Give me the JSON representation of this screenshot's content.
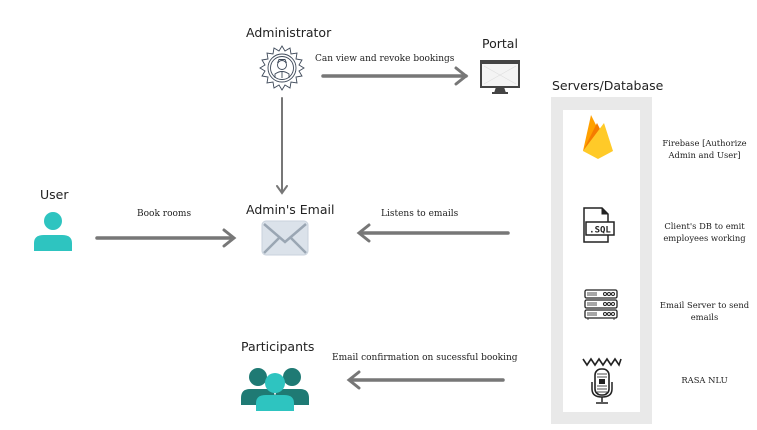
{
  "nodes": {
    "administrator": {
      "label": "Administrator",
      "icon": "admin-gear-icon"
    },
    "portal": {
      "label": "Portal",
      "icon": "monitor-icon"
    },
    "user": {
      "label": "User",
      "icon": "user-icon"
    },
    "admins_email": {
      "label": "Admin's Email",
      "icon": "envelope-icon"
    },
    "participants": {
      "label": "Participants",
      "icon": "group-icon"
    },
    "servers": {
      "label": "Servers/Database",
      "items": [
        {
          "icon": "firebase-icon",
          "label_line1": "Firebase [Authorize",
          "label_line2": "Admin and User]"
        },
        {
          "icon": "sql-file-icon",
          "label_line1": "Client's DB to emit",
          "label_line2": "employees working"
        },
        {
          "icon": "server-rack-icon",
          "label_line1": "Email Server to send",
          "label_line2": "emails"
        },
        {
          "icon": "voice-mic-icon",
          "label_line1": "RASA NLU",
          "label_line2": ""
        }
      ]
    }
  },
  "edges": [
    {
      "from": "Administrator",
      "to": "Portal",
      "label": "Can view and  revoke bookings"
    },
    {
      "from": "Administrator",
      "to": "Admin's Email",
      "label": ""
    },
    {
      "from": "User",
      "to": "Admin's Email",
      "label": "Book rooms"
    },
    {
      "from": "Servers/Database",
      "to": "Admin's Email",
      "label": "Listens to emails"
    },
    {
      "from": "Servers/Database",
      "to": "Participants",
      "label": "Email confirmation on sucessful booking"
    }
  ],
  "colors": {
    "arrow": "#777777",
    "teal_light": "#2ec4c0",
    "teal_dark": "#1f7a74",
    "panel": "#e9e9e9",
    "envelope": "#dbe2ea",
    "firebase_yellow": "#ffcb2b",
    "firebase_orange": "#f79d00"
  }
}
